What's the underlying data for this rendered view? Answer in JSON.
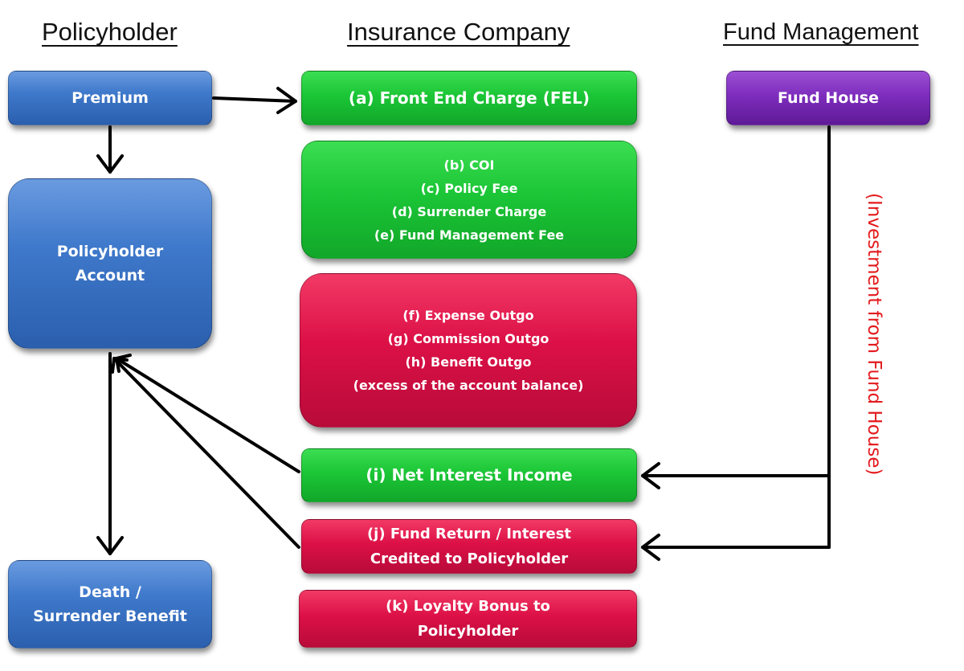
{
  "headers": {
    "policyholder": "Policyholder",
    "insurance_company": "Insurance Company",
    "fund_management": "Fund Management"
  },
  "policyholder": {
    "premium": "Premium",
    "account_line1": "Policyholder",
    "account_line2": "Account",
    "benefit_line1": "Death /",
    "benefit_line2": "Surrender Benefit"
  },
  "insurance": {
    "a": "(a) Front End Charge (FEL)",
    "charges": [
      "(b) COI",
      "(c) Policy Fee",
      "(d) Surrender Charge",
      "(e) Fund Management Fee"
    ],
    "outgo": [
      "(f) Expense Outgo",
      "(g) Commission Outgo",
      "(h) Benefit Outgo",
      "(excess of the account balance)"
    ],
    "i": "(i) Net Interest Income",
    "j_line1": "(j) Fund Return / Interest",
    "j_line2": "Credited to Policyholder",
    "k_line1": "(k) Loyalty Bonus to",
    "k_line2": "Policyholder"
  },
  "fund": {
    "house": "Fund House",
    "investment_label": "(Investment from Fund House)"
  },
  "colors": {
    "blue": "#3f79cb",
    "green": "#1bc636",
    "red": "#dc1046",
    "purple": "#7e2dbd",
    "label_red": "#e31a1c"
  }
}
